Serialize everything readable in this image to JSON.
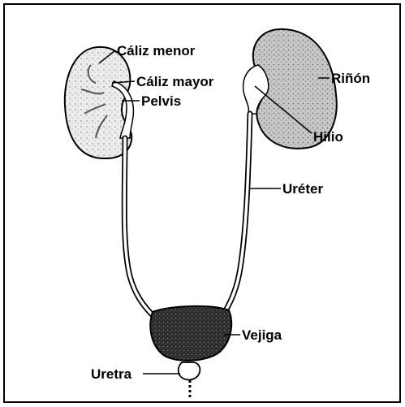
{
  "figure": {
    "labels": {
      "caliz_menor": "Cáliz menor",
      "caliz_mayor": "Cáliz mayor",
      "pelvis": "Pelvis",
      "rinon": "Riñón",
      "hilio": "Hilio",
      "ureter": "Uréter",
      "vejiga": "Vejiga",
      "uretra": "Uretra"
    },
    "colors": {
      "ink": "#000000",
      "kidney_fill": "#bdbdbd",
      "bladder_fill": "#3a3a3a",
      "background": "#ffffff"
    }
  }
}
